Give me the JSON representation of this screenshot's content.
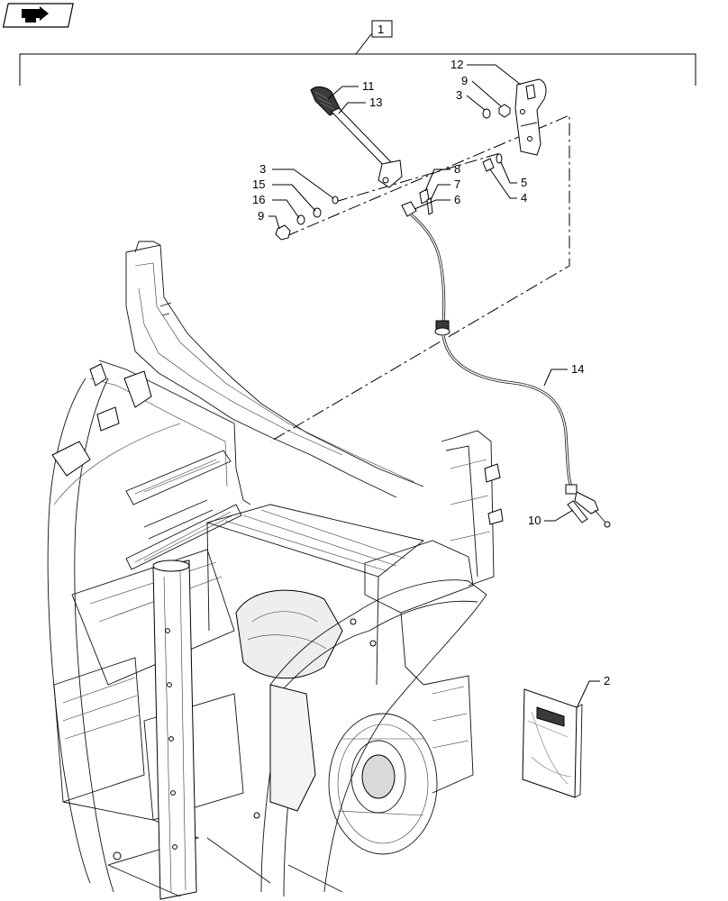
{
  "nav": {
    "icon": "next-page-arrow-icon"
  },
  "assembly_label": "1",
  "callouts": [
    {
      "id": "c12a",
      "text": "12"
    },
    {
      "id": "c9a",
      "text": "9"
    },
    {
      "id": "c3a",
      "text": "3"
    },
    {
      "id": "c11",
      "text": "11"
    },
    {
      "id": "c13",
      "text": "13"
    },
    {
      "id": "c3b",
      "text": "3"
    },
    {
      "id": "c15",
      "text": "15"
    },
    {
      "id": "c16",
      "text": "16"
    },
    {
      "id": "c9b",
      "text": "9"
    },
    {
      "id": "c8",
      "text": "8"
    },
    {
      "id": "c7",
      "text": "7"
    },
    {
      "id": "c6",
      "text": "6"
    },
    {
      "id": "c5",
      "text": "5"
    },
    {
      "id": "c4",
      "text": "4"
    },
    {
      "id": "c14",
      "text": "14"
    },
    {
      "id": "c10",
      "text": "10"
    },
    {
      "id": "c2",
      "text": "2"
    }
  ]
}
